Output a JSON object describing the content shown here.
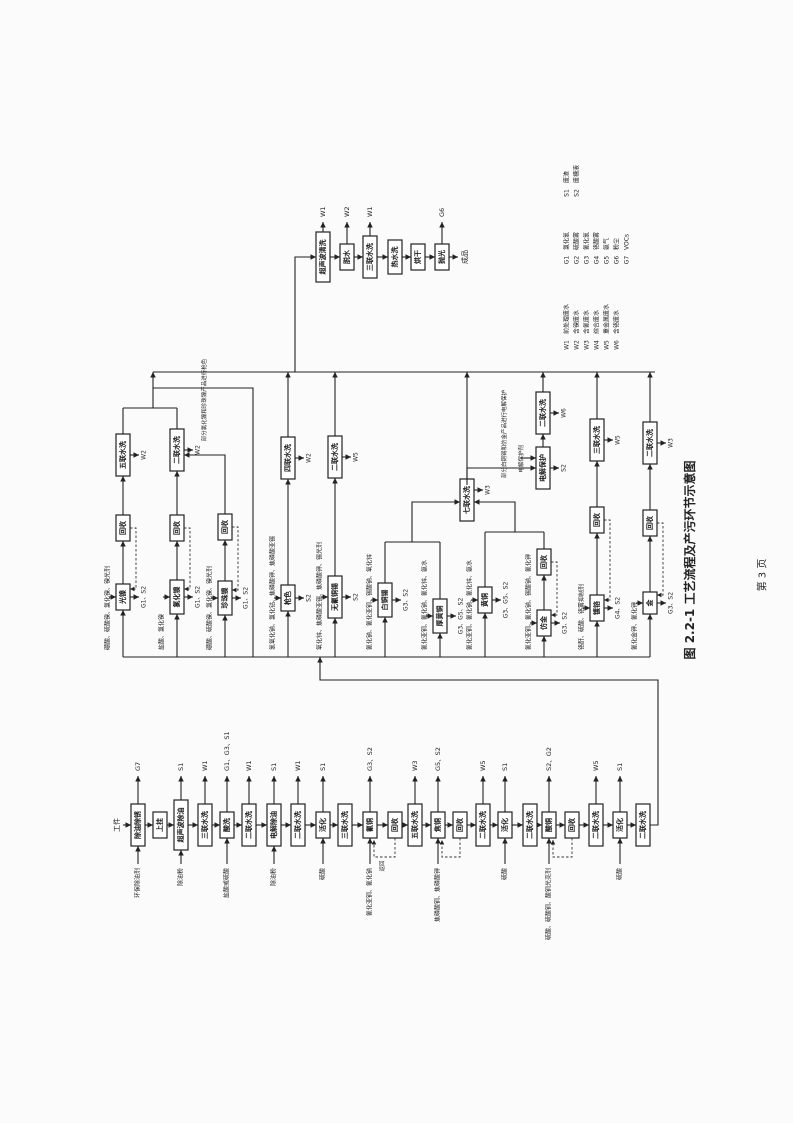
{
  "caption": "图 2.2-1  工艺流程及产污环节示意图",
  "page_number": "第 3 页",
  "main_line": {
    "start": "工件",
    "return_note": "返回",
    "steps": [
      {
        "name": "除油除锈",
        "out": "G7",
        "in": "环保除油剂"
      },
      {
        "name": "上挂"
      },
      {
        "name": "超声波除油",
        "out": "S1",
        "in": "除油粉"
      },
      {
        "name": "三联水洗",
        "out": "W1"
      },
      {
        "name": "酸洗",
        "out": "G1、G3、S1",
        "in": "盐酸或硫酸"
      },
      {
        "name": "二联水洗",
        "out": "W1"
      },
      {
        "name": "电解除油",
        "out": "S1",
        "in": "除油粉"
      },
      {
        "name": "二联水洗",
        "out": "W1"
      },
      {
        "name": "活化",
        "out": "S1",
        "in": "硫酸"
      },
      {
        "name": "三联水洗"
      },
      {
        "name": "氰铜",
        "out": "G3、S2",
        "in": "氰化亚铜、氰化钠"
      },
      {
        "name": "回收"
      },
      {
        "name": "五联水洗",
        "out": "W3"
      },
      {
        "name": "焦铜",
        "out": "G5、S2",
        "in": "焦磷酸铜、焦磷酸钾"
      },
      {
        "name": "回收"
      },
      {
        "name": "二联水洗",
        "out": "W5"
      },
      {
        "name": "活化",
        "out": "S1",
        "in": "硫酸"
      },
      {
        "name": "二联水洗"
      },
      {
        "name": "酸铜",
        "out": "S2、G2",
        "in": "硫酸、硫酸铜、酸铜光亮剂"
      },
      {
        "name": "回收"
      },
      {
        "name": "二联水洗",
        "out": "W5"
      },
      {
        "name": "活化",
        "out": "S1",
        "in": "硫酸"
      },
      {
        "name": "二联水洗"
      }
    ]
  },
  "branches": [
    {
      "plating": {
        "name": "光镍",
        "out": "G1、S2",
        "in": "硼酸、硫酸镍、氯化镍、镍光剂"
      },
      "recover": "回收",
      "rinse": {
        "name": "五联水洗",
        "out": "W2"
      }
    },
    {
      "plating": {
        "name": "氯化镍",
        "out": "G1、S2",
        "in": "盐酸、氯化镍"
      },
      "recover": "回收",
      "rinse": {
        "name": "二联水洗",
        "out": "W2"
      }
    },
    {
      "plating": {
        "name": "珍珠镍",
        "out": "G1、S2",
        "in": "硼酸、硫酸镍、氯化镍、镍光剂"
      },
      "recover": "回收"
    },
    {
      "plating": {
        "name": "枪色",
        "out": "S2",
        "in": "氢氧化钠、氯化钴、焦磷酸钾、焦磷酸亚锡"
      },
      "rinse": {
        "name": "四联水洗",
        "out": "W2"
      }
    },
    {
      "plating": {
        "name": "无氰铜锡",
        "out": "S2",
        "in": "氧化锌、焦磷酸亚锡、焦磷酸钾、锡光剂"
      },
      "rinse": {
        "name": "二联水洗",
        "out": "W5"
      }
    },
    {
      "plating": {
        "name": "白铜锡",
        "out": "G3、S2",
        "in": "氰化钠、氰化亚铜、锡酸钠、氧化锌"
      }
    },
    {
      "plating": {
        "name": "厚黄铜",
        "out": "G3、G5、S2",
        "in": "氰化亚铜、氰化钠、氰化锌、氨水"
      }
    },
    {
      "plating": {
        "name": "黄铜",
        "out": "G3、G5、S2",
        "in": "氰化亚铜、氰化钠、氰化锌、氨水"
      }
    },
    {
      "plating": {
        "name": "仿金",
        "out": "G3、S2",
        "in": "氰化亚铜、氰化钠、锡酸钠、氰化钾"
      },
      "recover": "回收"
    },
    {
      "plating": {
        "name": "镀铬",
        "out": "G4、S2",
        "in": "铬酐、硫酸、铬雾抑制剂"
      },
      "recover": "回收",
      "rinse": {
        "name": "三联水洗",
        "out": "W5"
      }
    },
    {
      "plating": {
        "name": "金",
        "out": "G3、S2",
        "in": "氰化金钾、氰化钾"
      },
      "recover": "回收",
      "rinse": {
        "name": "二联水洗",
        "out": "W3"
      }
    }
  ],
  "shared": {
    "cyanide_rinse": {
      "name": "七联水洗",
      "out": "W3"
    },
    "electro_protect": {
      "name": "电解保护",
      "out": "S2",
      "in": "电解保护剂"
    },
    "protect_rinse": {
      "name": "二联水洗",
      "out": "W6"
    },
    "note_nickel": "部分氯化镍和珍珠镍产品进行枪色",
    "note_protect": "部分白铜锡和仿金产品进行电解保护"
  },
  "final_line": {
    "steps": [
      {
        "name": "超声波清洗",
        "out": "W1"
      },
      {
        "name": "脱水",
        "out": "W2"
      },
      {
        "name": "三联水洗",
        "out": "W1"
      },
      {
        "name": "热水洗"
      },
      {
        "name": "烘干"
      },
      {
        "name": "抛光",
        "out": "G6"
      }
    ],
    "end": "成品"
  },
  "legend": {
    "wastewater": [
      {
        "code": "W1",
        "name": "前处理废水"
      },
      {
        "code": "W2",
        "name": "含镍废水"
      },
      {
        "code": "W3",
        "name": "含氰废水"
      },
      {
        "code": "W4",
        "name": "综合废水"
      },
      {
        "code": "W5",
        "name": "重金属废水"
      },
      {
        "code": "W6",
        "name": "含铬废水"
      }
    ],
    "gas": [
      {
        "code": "G1",
        "name": "氯化氢"
      },
      {
        "code": "G2",
        "name": "硫酸雾"
      },
      {
        "code": "G3",
        "name": "氰化氢"
      },
      {
        "code": "G4",
        "name": "铬酸雾"
      },
      {
        "code": "G5",
        "name": "氨气"
      },
      {
        "code": "G6",
        "name": "粉尘"
      },
      {
        "code": "G7",
        "name": "VOCs"
      }
    ],
    "solid": [
      {
        "code": "S1",
        "name": "废渣"
      },
      {
        "code": "S2",
        "name": "废槽液"
      }
    ]
  }
}
